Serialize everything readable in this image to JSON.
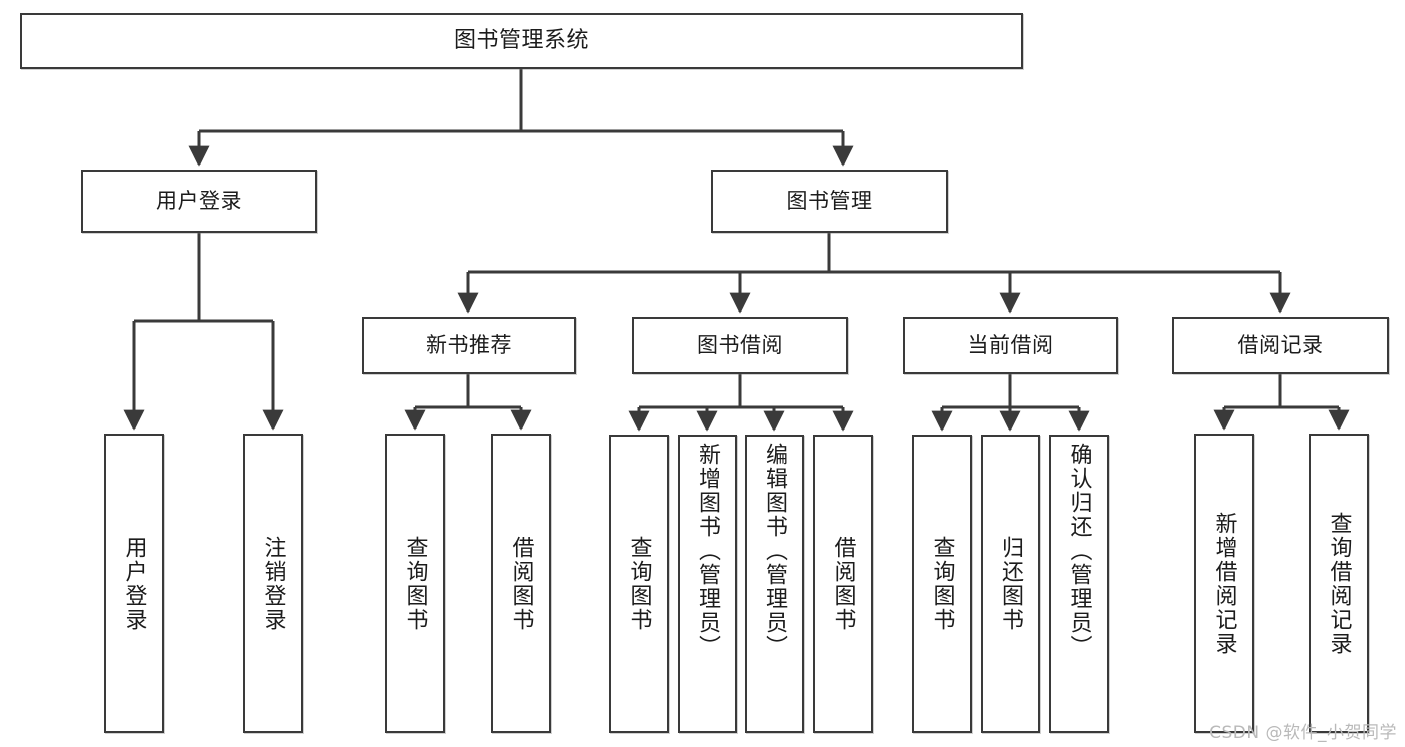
{
  "diagram": {
    "type": "tree",
    "title": "图书管理系统",
    "style": {
      "box_border_color": "#3a3a3a",
      "box_fill_color": "#ffffff",
      "connector_color": "#3a3a3a",
      "text_color": "#1c1c1c",
      "background": "#ffffff"
    },
    "root": {
      "id": "root",
      "label": "图书管理系统",
      "orientation": "horizontal"
    },
    "level2": [
      {
        "id": "user-login",
        "label": "用户登录",
        "orientation": "horizontal"
      },
      {
        "id": "book-manage",
        "label": "图书管理",
        "orientation": "horizontal"
      }
    ],
    "level3": [
      {
        "id": "new-book-recommend",
        "label": "新书推荐",
        "orientation": "horizontal",
        "parent": "book-manage"
      },
      {
        "id": "book-borrow",
        "label": "图书借阅",
        "orientation": "horizontal",
        "parent": "book-manage"
      },
      {
        "id": "current-borrow",
        "label": "当前借阅",
        "orientation": "horizontal",
        "parent": "book-manage"
      },
      {
        "id": "borrow-record",
        "label": "借阅记录",
        "orientation": "horizontal",
        "parent": "book-manage"
      }
    ],
    "leaves": [
      {
        "id": "leaf-user-login",
        "label": "用户登录",
        "parent": "user-login",
        "orientation": "vertical"
      },
      {
        "id": "leaf-user-logout",
        "label": "注销登录",
        "parent": "user-login",
        "orientation": "vertical"
      },
      {
        "id": "leaf-query-book-1",
        "label": "查询图书",
        "parent": "new-book-recommend",
        "orientation": "vertical"
      },
      {
        "id": "leaf-borrow-book-1",
        "label": "借阅图书",
        "parent": "new-book-recommend",
        "orientation": "vertical"
      },
      {
        "id": "leaf-query-book-2",
        "label": "查询图书",
        "parent": "book-borrow",
        "orientation": "vertical"
      },
      {
        "id": "leaf-add-book",
        "label": "新增图书（管理员）",
        "parent": "book-borrow",
        "orientation": "vertical"
      },
      {
        "id": "leaf-edit-book",
        "label": "编辑图书（管理员）",
        "parent": "book-borrow",
        "orientation": "vertical"
      },
      {
        "id": "leaf-borrow-book-2",
        "label": "借阅图书",
        "parent": "book-borrow",
        "orientation": "vertical"
      },
      {
        "id": "leaf-query-book-3",
        "label": "查询图书",
        "parent": "current-borrow",
        "orientation": "vertical"
      },
      {
        "id": "leaf-return-book",
        "label": "归还图书",
        "parent": "current-borrow",
        "orientation": "vertical"
      },
      {
        "id": "leaf-confirm-return",
        "label": "确认归还（管理员）",
        "parent": "current-borrow",
        "orientation": "vertical"
      },
      {
        "id": "leaf-add-record",
        "label": "新增借阅记录",
        "parent": "borrow-record",
        "orientation": "vertical"
      },
      {
        "id": "leaf-query-record",
        "label": "查询借阅记录",
        "parent": "borrow-record",
        "orientation": "vertical"
      }
    ]
  },
  "watermark": {
    "text": "CSDN @软件_小贺同学"
  }
}
